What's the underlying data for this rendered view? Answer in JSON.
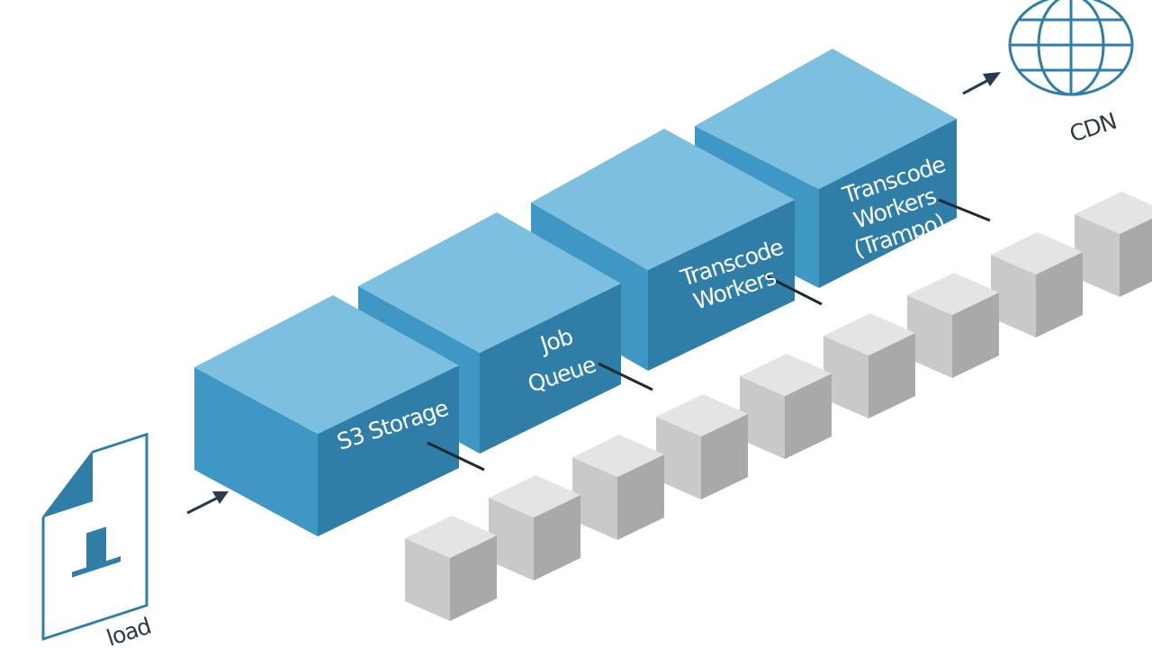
{
  "colors": {
    "block_top": "#7dbfdf",
    "block_left": "#3f97c4",
    "block_right": "#2f7ea8",
    "cube_top": "#e4e4e4",
    "cube_left": "#c9c9c9",
    "cube_right": "#a9a9a9",
    "outline": "#2f7ea8",
    "connector": "#1e2a33"
  },
  "icons": {
    "upload": "upload-document-icon",
    "cdn": "globe-icon",
    "arrow": "arrow-icon"
  },
  "labels": {
    "upload": "load",
    "s3": "S3 Storage",
    "queue_line1": "Job",
    "queue_line2": "Queue",
    "transcode1_line1": "Transcode",
    "transcode1_line2": "Workers",
    "transcode2_line1": "Transcode",
    "transcode2_line2": "Workers",
    "transcode2_line3": "(Trampo)",
    "cdn": "CDN"
  }
}
